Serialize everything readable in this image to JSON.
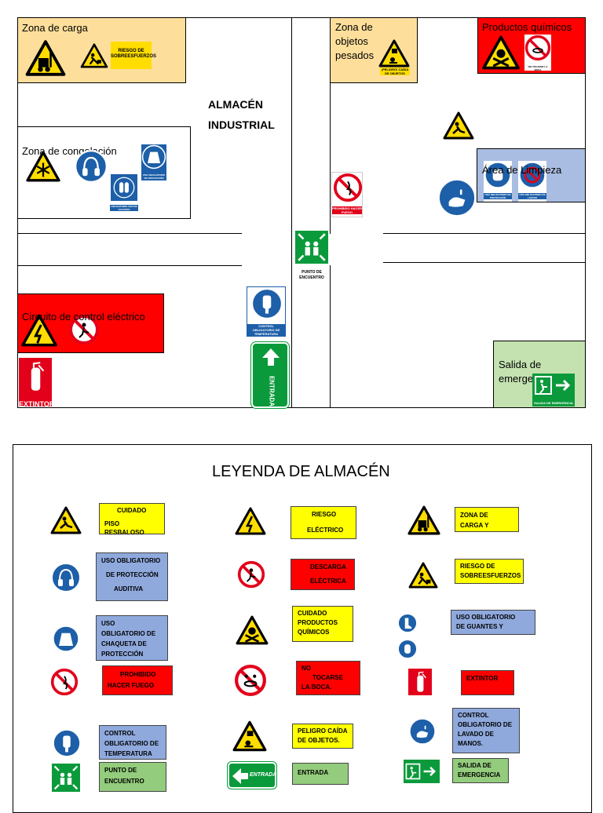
{
  "plan": {
    "title_line1": "ALMACÉN",
    "title_line2": "INDUSTRIAL",
    "zones": {
      "carga": "Zona de carga",
      "pesados_1": "Zona de",
      "pesados_2": "objetos",
      "pesados_3": "pesados",
      "quimicos": "Productos químicos",
      "congelacion": "Zona de congelación",
      "limpieza": "Área de Limpieza",
      "electrico": "Circuito de control eléctrico",
      "salida_1": "Salida de",
      "salida_2": "emergencia"
    },
    "captions": {
      "riesgo_sobre_1": "RIESGO DE",
      "riesgo_sobre_2": "SOBREESFUERZOS",
      "peligro_caida": "¡PELIGRO! CAÍDA DE OBJETOS",
      "no_tocarse": "NO TOCARSE LA BOCA",
      "prohibido_fuego": "PROHIBIDO HACER FUEGO",
      "punto_1": "PUNTO DE",
      "punto_2": "ENCUENTRO",
      "control_temp": "CONTROL OBLIGATORIO DE TEMPERATURA",
      "entrada": "ENTRADA",
      "extintor": "EXTINTOR",
      "salida_emerg": "SALIDA DE EMERGENCIA",
      "guantes": "OBLIGATORIO USO DE GUANTES",
      "proteccion": "USO OBLIGATORIO DE PROTECCIÓN",
      "lavado": "USO OBLIGATORIO DE LAVADO"
    }
  },
  "legend": {
    "title": "LEYENDA DE ALMACÉN",
    "items": {
      "piso_1": "CUIDADO",
      "piso_2": "PISO RESBALOSO",
      "riesgo_el_1": "RIESGO",
      "riesgo_el_2": "ELÉCTRICO",
      "zona_carga_1": "ZONA DE",
      "zona_carga_2": "CARGA Y",
      "auditiva_1": "USO OBLIGATORIO",
      "auditiva_2": "DE PROTECCIÓN",
      "auditiva_3": "AUDITIVA",
      "descarga_1": "DESCARGA",
      "descarga_2": "ELÉCTRICA",
      "sobre_1": "RIESGO DE",
      "sobre_2": "SOBREESFUERZOS",
      "chaqueta_1": "USO",
      "chaqueta_2": "OBLIGATORIO DE",
      "chaqueta_3": "CHAQUETA DE",
      "chaqueta_4": "PROTECCIÓN",
      "quimicos_1": "CUIDADO",
      "quimicos_2": "PRODUCTOS",
      "quimicos_3": "QUÍMICOS",
      "guantes_1": "USO OBLIGATORIO",
      "guantes_2": "DE GUANTES Y",
      "fuego_1": "PROHIBIDO",
      "fuego_2": "HACER FUEGO",
      "boca_1": "NO",
      "boca_2": "TOCARSE",
      "boca_3": "LA BOCA.",
      "extintor": "EXTINTOR",
      "temp_1": "CONTROL",
      "temp_2": "OBLIGATORIO DE",
      "temp_3": "TEMPERATURA",
      "caida_1": "PELIGRO CAÍDA",
      "caida_2": "DE OBJETOS.",
      "lavado_1": "CONTROL",
      "lavado_2": "OBLIGATORIO DE",
      "lavado_3": "LAVADO DE",
      "lavado_4": "MANOS.",
      "punto_1": "PUNTO DE",
      "punto_2": "ENCUENTRO",
      "entrada": "ENTRADA",
      "salida_1": "SALIDA DE",
      "salida_2": "EMERGENCIA",
      "entrada_sign": "ENTRADA",
      "extintor_sign": "EXTINTOR"
    }
  },
  "colors": {
    "warning_yellow": "#ffdd00",
    "prohibit_red": "#e2001a",
    "mandatory_blue": "#1d5fa8",
    "safety_green": "#0b9a3b",
    "zone_beige": "#fddf9b",
    "zone_red": "#ff0000",
    "zone_blue": "#a9bde3",
    "zone_green": "#c3e2b0"
  }
}
